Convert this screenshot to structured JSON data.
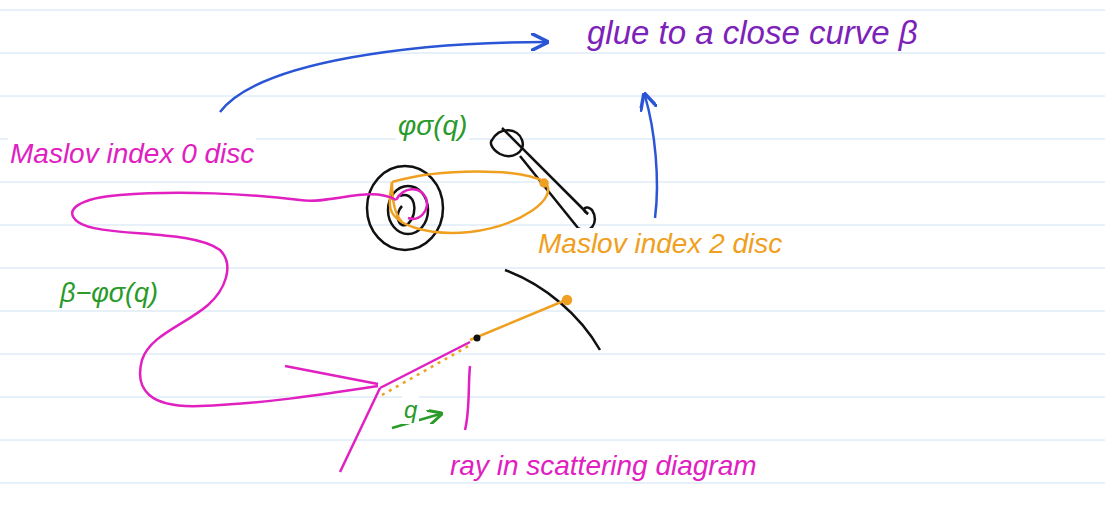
{
  "diagram": {
    "labels": [
      "glue to a close curve β",
      "Maslov index 0 disc",
      "φσ(q)",
      "Maslov index 2 disc",
      "β−φσ(q)",
      "q",
      "ray in scattering diagram"
    ]
  }
}
